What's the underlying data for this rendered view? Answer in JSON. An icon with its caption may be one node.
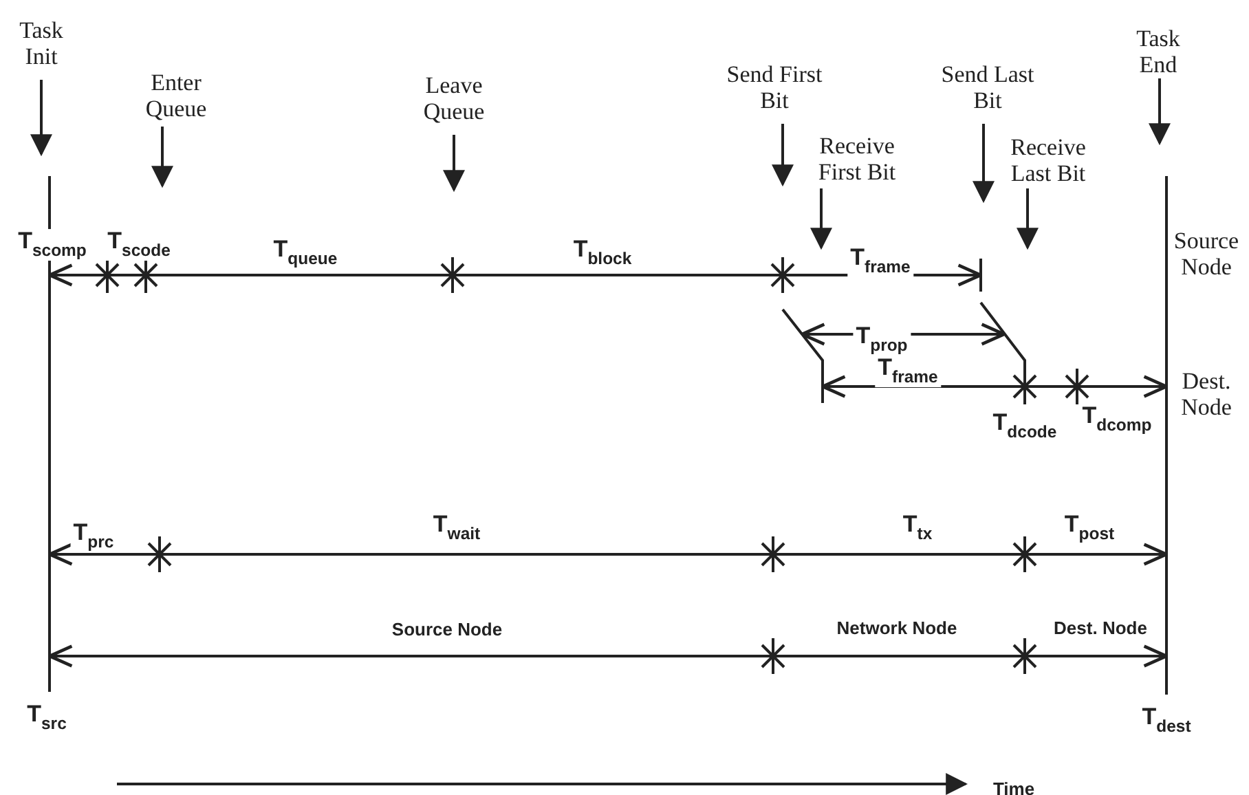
{
  "diagram": {
    "labels": [
      "Task Init",
      "Task End",
      "Enter Queue",
      "Leave Queue",
      "Send First Bit",
      "Send Last Bit",
      "Receive First Bit",
      "Receive Last Bit",
      "T$_{scomp}$",
      "T$_{scode}$",
      "T$_{queue}$",
      "T$_{block}$",
      "T$_{frame}$",
      "Source Node",
      "T$_{prop}$",
      "T$_{frame}$",
      "Dest. Node",
      "T$_{dcode}$",
      "T$_{dcomp}$",
      "T$_{prc}$",
      "T$_{wait}$",
      "T$_{tx}$",
      "T$_{post}$",
      "Source Node",
      "Network Node",
      "Dest. Node",
      "T$_{src}$",
      "T$_{dest}$",
      "Time"
    ]
  }
}
